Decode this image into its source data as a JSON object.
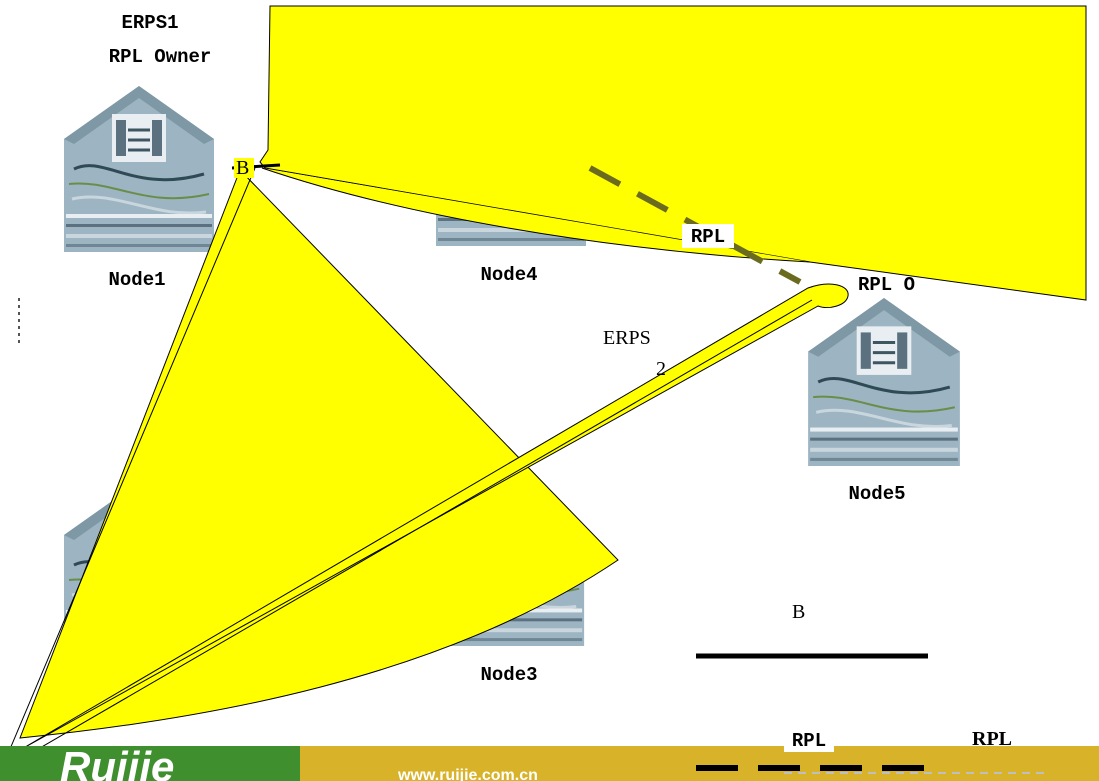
{
  "colors": {
    "callout": "#ffff00",
    "footer_band": "#d8b32a",
    "logo_bg": "#3f8f2f",
    "logo_text": "#ffffff",
    "switch_body": "#9db4c2",
    "switch_shadow": "#6f8795",
    "rpl_dash": "#6b6b20",
    "line": "#000000"
  },
  "nodes": [
    {
      "id": "node1",
      "label": "Node1"
    },
    {
      "id": "node4",
      "label": "Node4"
    },
    {
      "id": "node5",
      "label": "Node5"
    },
    {
      "id": "node3",
      "label": "Node3"
    },
    {
      "id": "node2",
      "label": ""
    }
  ],
  "labels": {
    "erps1": "ERPS1",
    "rpl_owner": "RPL Owner",
    "rpl_owner_partial": "RPL O",
    "b_top": "B",
    "rpl_mid": "RPL",
    "erps2_line1": "ERPS",
    "erps2_line2": "2",
    "b_legend": "B",
    "rpl_legend_box": "RPL",
    "rpl_legend": "RPL"
  },
  "footer": {
    "logo": "Ruijie",
    "url": "www.ruijie.com.cn"
  },
  "icons": {
    "switch": "network-switch-icon"
  }
}
